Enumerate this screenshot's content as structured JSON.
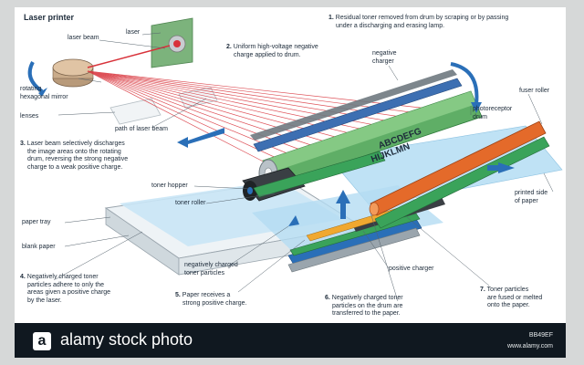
{
  "title": "Laser printer",
  "labels": {
    "laser_beam": "laser beam",
    "laser": "laser",
    "rotating_mirror": [
      "rotating",
      "hexagonal mirror"
    ],
    "lenses": "lenses",
    "path_of_laser_beam": "path of laser beam",
    "negative_charger": [
      "negative",
      "charger"
    ],
    "photoreceptor_drum": [
      "photoreceptor",
      "drum"
    ],
    "fuser_roller": "fuser roller",
    "toner_hopper": "toner hopper",
    "toner_roller": "toner roller",
    "paper_tray": "paper tray",
    "blank_paper": "blank paper",
    "neg_toner_particles": [
      "negatively charged",
      "toner particles"
    ],
    "positive_charger": "positive charger",
    "printed_side": [
      "printed side",
      "of paper"
    ],
    "drum_text": [
      "ABCDEFG",
      "HIJKLMN"
    ]
  },
  "steps": [
    {
      "num": "1.",
      "text": [
        "Residual toner removed from drum by scraping or by passing",
        "under a discharging and erasing lamp."
      ]
    },
    {
      "num": "2.",
      "text": [
        "Uniform high-voltage negative",
        "charge applied to drum."
      ]
    },
    {
      "num": "3.",
      "text": [
        "Laser beam selectively discharges",
        "the image areas onto the rotating",
        "drum, reversing the strong negative",
        "charge to a weak positive charge."
      ]
    },
    {
      "num": "4.",
      "text": [
        "Negatively charged toner",
        "particles adhere to only the",
        "areas given a positive charge",
        "by the laser."
      ]
    },
    {
      "num": "5.",
      "text": [
        "Paper receives a",
        "strong positive charge."
      ]
    },
    {
      "num": "6.",
      "text": [
        "Negatively charged toner",
        "particles on the drum are",
        "transferred to the paper."
      ]
    },
    {
      "num": "7.",
      "text": [
        "Toner particles",
        "are fused or melted",
        "onto the paper."
      ]
    }
  ],
  "footer": {
    "logo_letter": "a",
    "brand": "alamy stock photo",
    "image_code": "BB49EF",
    "site": "www.alamy.com"
  },
  "colors": {
    "accent_blue": "#2a6fb8",
    "laser_red": "#d8323a",
    "drum_green": "#3aa35a",
    "fuser_orange": "#e46a2a",
    "footer_bg": "#101820"
  }
}
